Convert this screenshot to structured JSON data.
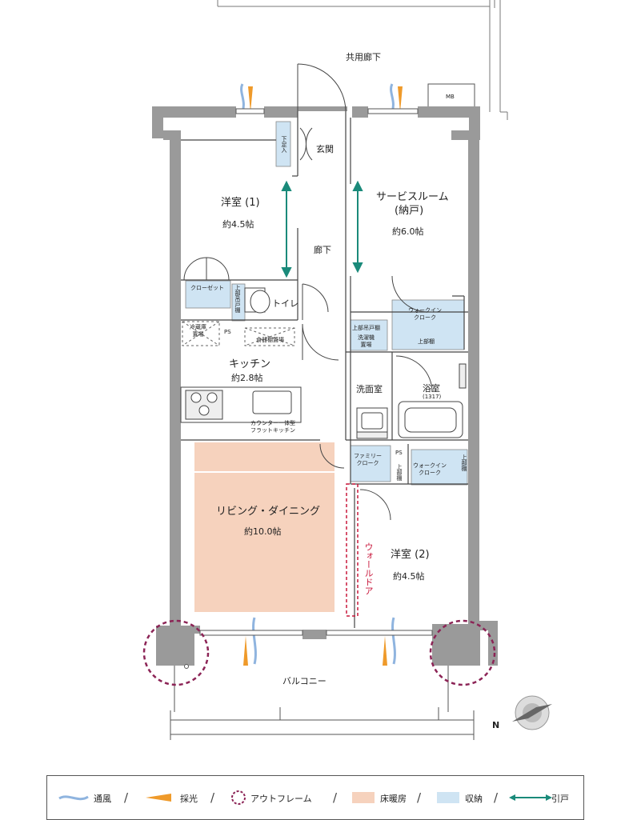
{
  "rooms": {
    "common_corridor": "共用廊下",
    "mb": "MB",
    "entrance": "玄関",
    "shoe_storage": "下足入",
    "western1_name": "洋室 (1)",
    "western1_size": "約4.5帖",
    "service_name": "サービスルーム",
    "service_sub": "(納戸)",
    "service_size": "約6.0帖",
    "hallway": "廊下",
    "closet": "クローゼット",
    "upper_shelf_toilet": "上部吊戸棚",
    "toilet": "トイレ",
    "walkin1": "ウォークイン\nクローク",
    "upper_shelf1": "上部棚",
    "fridge": "冷蔵庫\n置場",
    "ps1": "PS",
    "dish": "食器棚置場",
    "laundry_upper": "上部吊戸棚",
    "laundry": "洗濯機\n置場",
    "kitchen_name": "キッチン",
    "kitchen_size": "約2.8帖",
    "washroom": "洗面室",
    "bath": "浴室",
    "bath_size": "(1317)",
    "counter": "カウンター一体型\nフラットキッチン",
    "family_closet": "ファミリー\nクローク",
    "ps2": "PS",
    "upper_shelf2": "上部棚",
    "walkin2": "ウォークイン\nクローク",
    "upper_shelf3": "上部棚",
    "living_name": "リビング・ダイニング",
    "living_size": "約10.0帖",
    "western2_name": "洋室 (2)",
    "western2_size": "約4.5帖",
    "wall_door": "ウォールドア",
    "balcony": "バルコニー",
    "compass": "N"
  },
  "legend": {
    "wind": "通風",
    "light": "採光",
    "outframe": "アウトフレーム",
    "floor_heating": "床暖房",
    "storage": "収納",
    "sliding": "引戸"
  },
  "colors": {
    "floor_heating": "#f6d2bd",
    "storage": "#cfe4f3",
    "wind": "#8fb4df",
    "light": "#ef9a2a",
    "outframe": "#8c2456",
    "sliding": "#1a8a7a",
    "wall": "#9a9a9a",
    "wall_door": "#c8183c"
  }
}
